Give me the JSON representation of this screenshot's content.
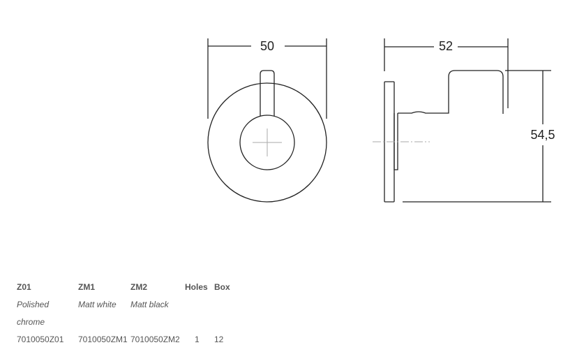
{
  "diagram": {
    "dimensions": {
      "front_width": "50",
      "side_depth": "52",
      "height": "54,5"
    }
  },
  "table": {
    "headers": [
      "Z01",
      "ZM1",
      "ZM2",
      "Holes",
      "Box"
    ],
    "finishes": {
      "z01_line1": "Polished",
      "z01_line2": "chrome",
      "zm1": "Matt white",
      "zm2": "Matt black"
    },
    "codes": [
      "7010050Z01",
      "7010050ZM1",
      "7010050ZM2"
    ],
    "holes": "1",
    "box": "12"
  }
}
